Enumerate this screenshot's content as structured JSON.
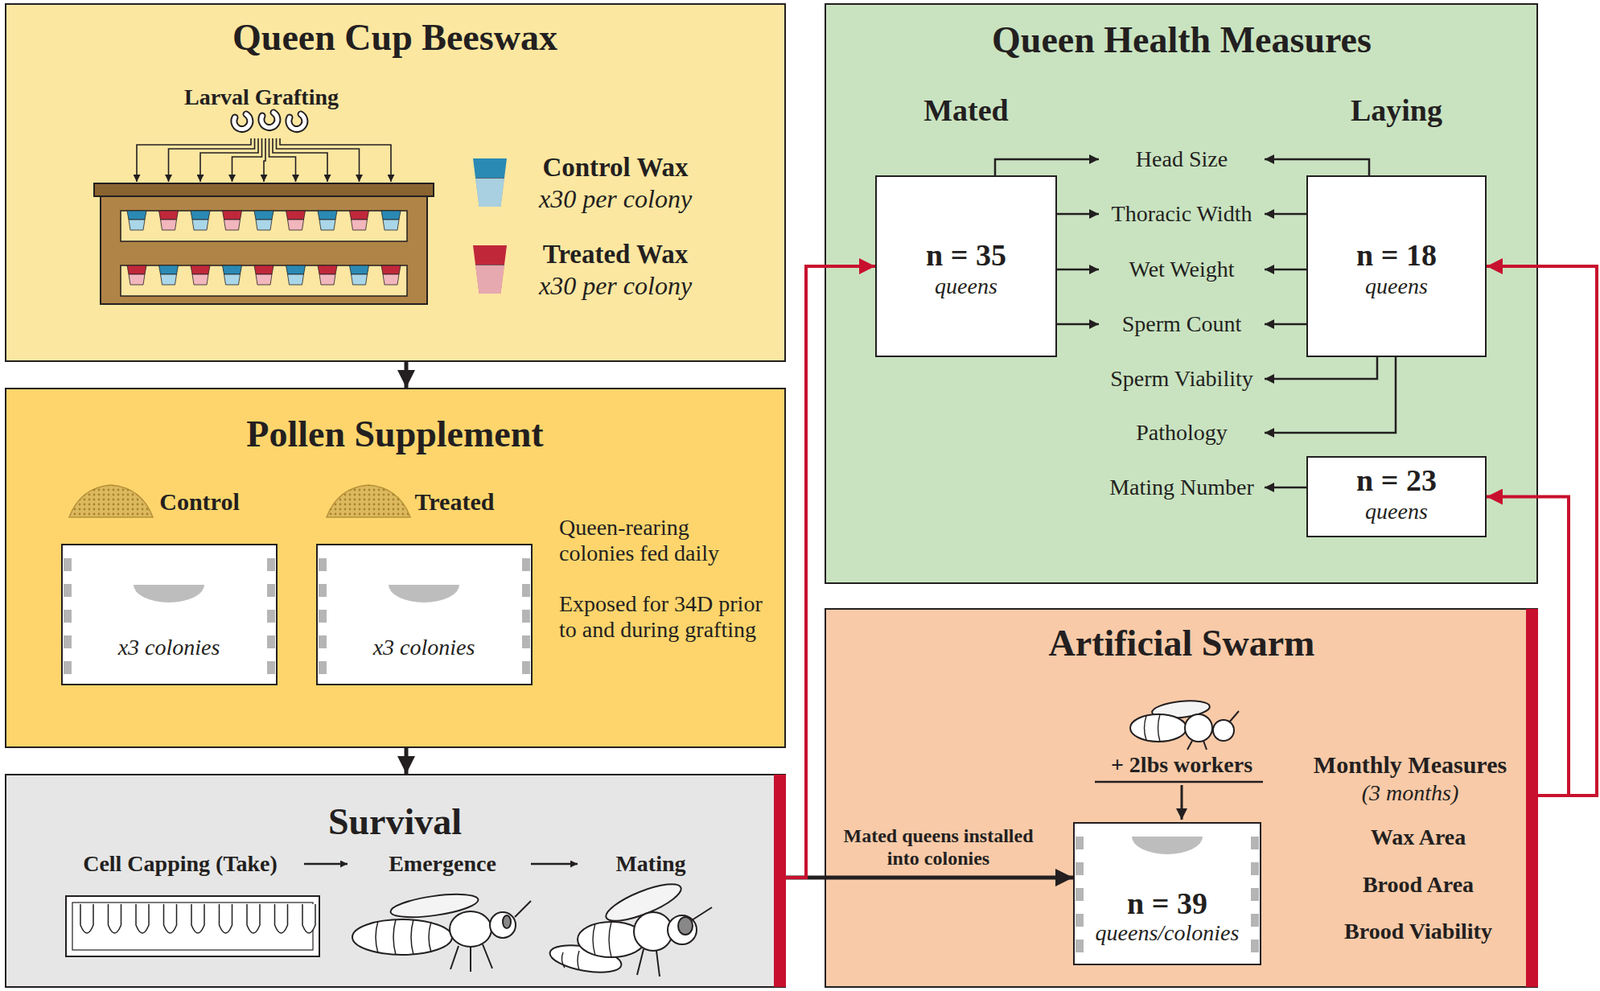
{
  "diagram": {
    "nodes": [
      {
        "text": [
          "Queen Cup Beeswax"
        ]
      },
      {
        "text": [
          "Pollen Supplement"
        ]
      },
      {
        "text": [
          "Control",
          "x3 colonies"
        ],
        "in": 1
      },
      {
        "text": [
          "Treated",
          "x3 colonies"
        ],
        "in": 1
      },
      {
        "text": [
          "Survival"
        ]
      },
      {
        "text": [
          "Queen Health Measures"
        ]
      },
      {
        "text": [
          "Mated",
          "n = 35",
          "queens"
        ],
        "in": 5
      },
      {
        "text": [
          "Laying",
          "n = 18",
          "queens"
        ],
        "in": 5
      },
      {
        "text": [
          "n = 23",
          "queens"
        ],
        "in": 5
      },
      {
        "text": [
          "Head Size"
        ],
        "in": 5
      },
      {
        "text": [
          "Thoracic Width"
        ],
        "in": 5
      },
      {
        "text": [
          "Wet Weight"
        ],
        "in": 5
      },
      {
        "text": [
          "Sperm Count"
        ],
        "in": 5
      },
      {
        "text": [
          "Sperm Viability"
        ],
        "in": 5
      },
      {
        "text": [
          "Pathology"
        ],
        "in": 5
      },
      {
        "text": [
          "Mating Number"
        ],
        "in": 5
      },
      {
        "text": [
          "Artificial Swarm"
        ]
      },
      {
        "text": [
          "n = 39",
          "queens/colonies"
        ],
        "in": 16
      }
    ],
    "edges": [
      {
        "from": 0,
        "to": 1,
        "arrow": "to"
      },
      {
        "from": 1,
        "to": 4,
        "arrow": "to"
      },
      {
        "from": 4,
        "to": 17,
        "label": "Mated queens installed into colonies",
        "arrow": "to"
      },
      {
        "from": 4,
        "to": 6,
        "arrow": "to"
      },
      {
        "from": 16,
        "to": 7,
        "arrow": "to"
      },
      {
        "from": 16,
        "to": 8,
        "arrow": "to"
      },
      {
        "from": 6,
        "to": 9,
        "arrow": "to"
      },
      {
        "from": 6,
        "to": 10,
        "arrow": "to"
      },
      {
        "from": 6,
        "to": 11,
        "arrow": "to"
      },
      {
        "from": 6,
        "to": 12,
        "arrow": "to"
      },
      {
        "from": 7,
        "to": 9,
        "arrow": "to"
      },
      {
        "from": 7,
        "to": 10,
        "arrow": "to"
      },
      {
        "from": 7,
        "to": 11,
        "arrow": "to"
      },
      {
        "from": 7,
        "to": 12,
        "arrow": "to"
      },
      {
        "from": 7,
        "to": 13,
        "arrow": "to"
      },
      {
        "from": 7,
        "to": 14,
        "arrow": "to"
      },
      {
        "from": 8,
        "to": 15,
        "arrow": "to"
      }
    ],
    "labels": [
      "Larval Grafting",
      "x30 per colony",
      "x30 per colony",
      "Queen-rearing colonies fed daily",
      "Exposed for 34D prior to and during grafting",
      "Cell Capping (Take)",
      "Emergence",
      "Mating",
      "+ 2lbs workers",
      "Monthly Measures",
      "(3 months)",
      "Wax Area",
      "Brood Area",
      "Brood Viability"
    ],
    "legend": [
      {
        "text": "Control Wax",
        "color": "#2a8ab4"
      },
      {
        "text": "Treated Wax",
        "color": "#c0283a"
      }
    ]
  }
}
